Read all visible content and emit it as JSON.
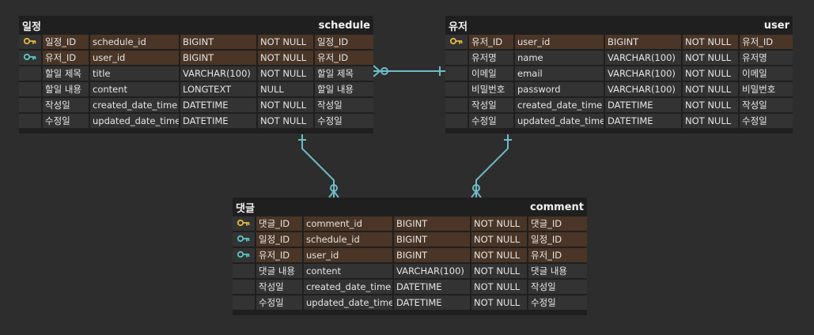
{
  "colors": {
    "pk_key": "#e0b840",
    "fk_key": "#5ec4c4",
    "key_row": "#4a3526",
    "row": "#333333",
    "relation_line": "#6fbcc8"
  },
  "tables": [
    {
      "id": "schedule",
      "logical": "일정",
      "physical": "schedule",
      "rows": [
        {
          "key": "pk",
          "lname": "일정_ID",
          "pname": "schedule_id",
          "type": "BIGINT",
          "null": "NOT NULL",
          "comment": "일정_ID"
        },
        {
          "key": "fk",
          "lname": "유저_ID",
          "pname": "user_id",
          "type": "BIGINT",
          "null": "NOT NULL",
          "comment": "유저_ID"
        },
        {
          "key": "",
          "lname": "할일 제목",
          "pname": "title",
          "type": "VARCHAR(100)",
          "null": "NOT NULL",
          "comment": "할일 제목"
        },
        {
          "key": "",
          "lname": "할일 내용",
          "pname": "content",
          "type": "LONGTEXT",
          "null": "NULL",
          "comment": "할일 내용"
        },
        {
          "key": "",
          "lname": "작성일",
          "pname": "created_date_time",
          "type": "DATETIME",
          "null": "NOT NULL",
          "comment": "작성일"
        },
        {
          "key": "",
          "lname": "수정일",
          "pname": "updated_date_time",
          "type": "DATETIME",
          "null": "NOT NULL",
          "comment": "수정일"
        }
      ]
    },
    {
      "id": "user",
      "logical": "유저",
      "physical": "user",
      "rows": [
        {
          "key": "pk",
          "lname": "유저_ID",
          "pname": "user_id",
          "type": "BIGINT",
          "null": "NOT NULL",
          "comment": "유저_ID"
        },
        {
          "key": "",
          "lname": "유저명",
          "pname": "name",
          "type": "VARCHAR(100)",
          "null": "NOT NULL",
          "comment": "유저명"
        },
        {
          "key": "",
          "lname": "이메일",
          "pname": "email",
          "type": "VARCHAR(100)",
          "null": "NOT NULL",
          "comment": "이메일"
        },
        {
          "key": "",
          "lname": "비밀번호",
          "pname": "password",
          "type": "VARCHAR(100)",
          "null": "NOT NULL",
          "comment": "비밀번호"
        },
        {
          "key": "",
          "lname": "작성일",
          "pname": "created_date_time",
          "type": "DATETIME",
          "null": "NOT NULL",
          "comment": "작성일"
        },
        {
          "key": "",
          "lname": "수정일",
          "pname": "updated_date_time",
          "type": "DATETIME",
          "null": "NOT NULL",
          "comment": "수정일"
        }
      ]
    },
    {
      "id": "comment",
      "logical": "댓글",
      "physical": "comment",
      "rows": [
        {
          "key": "pk",
          "lname": "댓글_ID",
          "pname": "comment_id",
          "type": "BIGINT",
          "null": "NOT NULL",
          "comment": "댓글_ID"
        },
        {
          "key": "fk",
          "lname": "일정_ID",
          "pname": "schedule_id",
          "type": "BIGINT",
          "null": "NOT NULL",
          "comment": "일정_ID"
        },
        {
          "key": "fk",
          "lname": "유저_ID",
          "pname": "user_id",
          "type": "BIGINT",
          "null": "NOT NULL",
          "comment": "유저_ID"
        },
        {
          "key": "",
          "lname": "댓글 내용",
          "pname": "content",
          "type": "VARCHAR(100)",
          "null": "NOT NULL",
          "comment": "댓글 내용"
        },
        {
          "key": "",
          "lname": "작성일",
          "pname": "created_date_time",
          "type": "DATETIME",
          "null": "NOT NULL",
          "comment": "작성일"
        },
        {
          "key": "",
          "lname": "수정일",
          "pname": "updated_date_time",
          "type": "DATETIME",
          "null": "NOT NULL",
          "comment": "수정일"
        }
      ]
    }
  ]
}
